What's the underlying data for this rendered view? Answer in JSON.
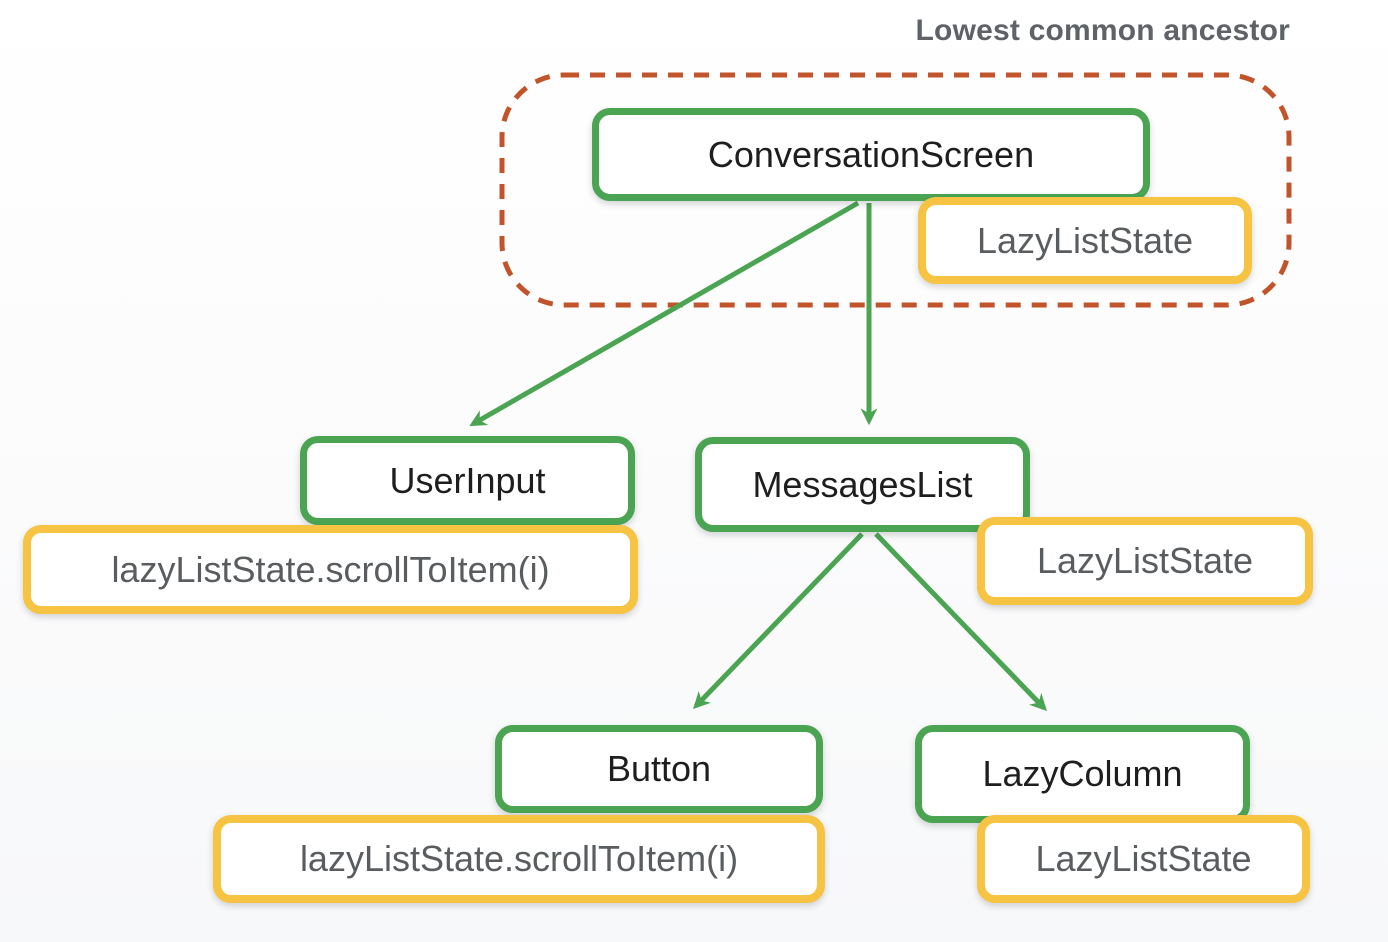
{
  "diagram": {
    "annotation": {
      "lowest_common_ancestor_label": "Lowest common ancestor"
    },
    "nodes": {
      "conversation_screen": {
        "label": "ConversationScreen"
      },
      "user_input": {
        "label": "UserInput"
      },
      "messages_list": {
        "label": "MessagesList"
      },
      "button": {
        "label": "Button"
      },
      "lazy_column": {
        "label": "LazyColumn"
      }
    },
    "states": {
      "conversation_screen_state": {
        "label": "LazyListState"
      },
      "user_input_call": {
        "label": "lazyListState.scrollToItem(i)"
      },
      "messages_list_state": {
        "label": "LazyListState"
      },
      "button_call": {
        "label": "lazyListState.scrollToItem(i)"
      },
      "lazy_column_state": {
        "label": "LazyListState"
      }
    },
    "edges": [
      {
        "from": "ConversationScreen",
        "to": "UserInput"
      },
      {
        "from": "ConversationScreen",
        "to": "MessagesList"
      },
      {
        "from": "MessagesList",
        "to": "Button"
      },
      {
        "from": "MessagesList",
        "to": "LazyColumn"
      }
    ],
    "colors": {
      "green": "#4aa452",
      "yellow": "#f6c342",
      "orange_dashed": "#c2542b",
      "node_text": "#1e1e1e",
      "state_text": "#5a5d5f",
      "label_text": "#5f6368"
    }
  }
}
